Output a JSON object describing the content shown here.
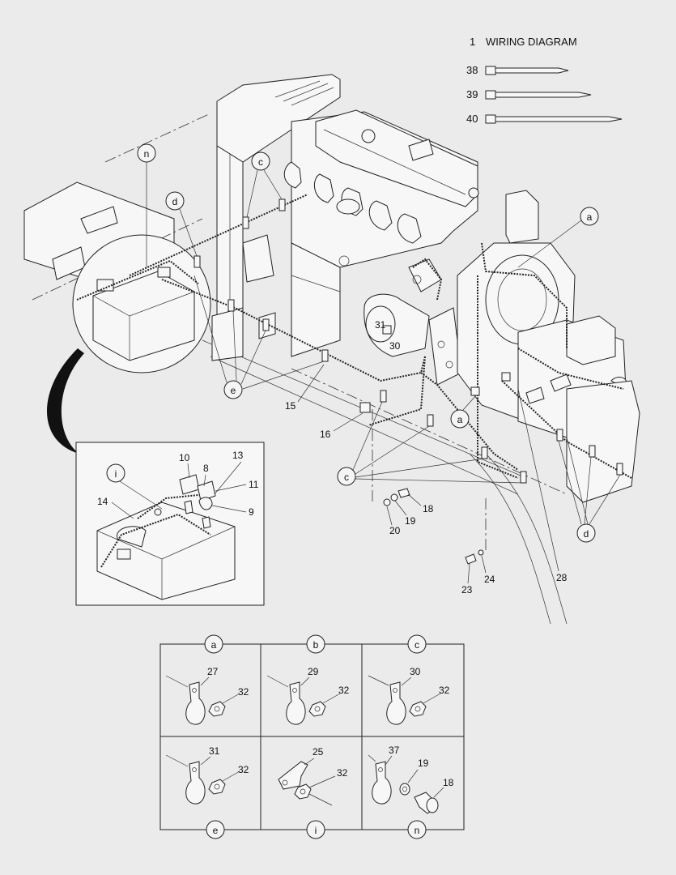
{
  "legend": [
    {
      "num": "1",
      "label": "WIRING DIAGRAM"
    },
    {
      "num": "38",
      "label": ""
    },
    {
      "num": "39",
      "label": ""
    },
    {
      "num": "40",
      "label": ""
    }
  ],
  "callouts": {
    "n": "n",
    "c_top": "c",
    "d_top": "d",
    "a_right": "a",
    "e": "e",
    "a_mid": "a",
    "c_bottom": "c",
    "d_bottom": "d",
    "i": "i",
    "p15": "15",
    "p16": "16",
    "p18": "18",
    "p19": "19",
    "p20": "20",
    "p23": "23",
    "p24": "24",
    "p28": "28",
    "p31": "31",
    "p30": "30",
    "p8": "8",
    "p9": "9",
    "p10": "10",
    "p11": "11",
    "p13": "13",
    "p14": "14"
  },
  "detail_grid": [
    {
      "letter": "a",
      "parts": [
        "27",
        "32"
      ]
    },
    {
      "letter": "b",
      "parts": [
        "29",
        "32"
      ]
    },
    {
      "letter": "c",
      "parts": [
        "30",
        "32"
      ]
    },
    {
      "letter": "e",
      "parts": [
        "31",
        "32"
      ]
    },
    {
      "letter": "i",
      "parts": [
        "25",
        "32"
      ]
    },
    {
      "letter": "n",
      "parts": [
        "37",
        "19",
        "18"
      ]
    }
  ]
}
